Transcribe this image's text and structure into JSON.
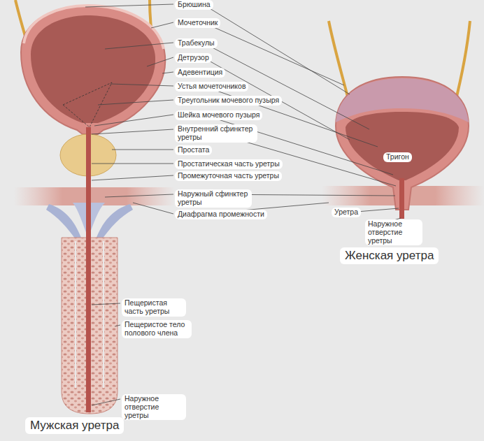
{
  "diagram": {
    "labels": [
      "Брюшина",
      "Мочеточник",
      "Трабекулы",
      "Детрузор",
      "Адевентиция",
      "Устья мочеточников",
      "Треугольник мочевого пузыря",
      "Шейка мочевого пузыря",
      "Внутренний сфинктер уретры",
      "Простата",
      "Простатическая часть уретры",
      "Промежуточная часть уретры",
      "Наружный сфинктер уретры",
      "Диафрагма промежности",
      "Тригон",
      "Уретра",
      "Наружное отверстие уретры",
      "Женская уретра",
      "Пещеристая часть уретры",
      "Пещеристое тело полового члена",
      "Наружное отверстие уретры",
      "Мужская уретра"
    ]
  }
}
